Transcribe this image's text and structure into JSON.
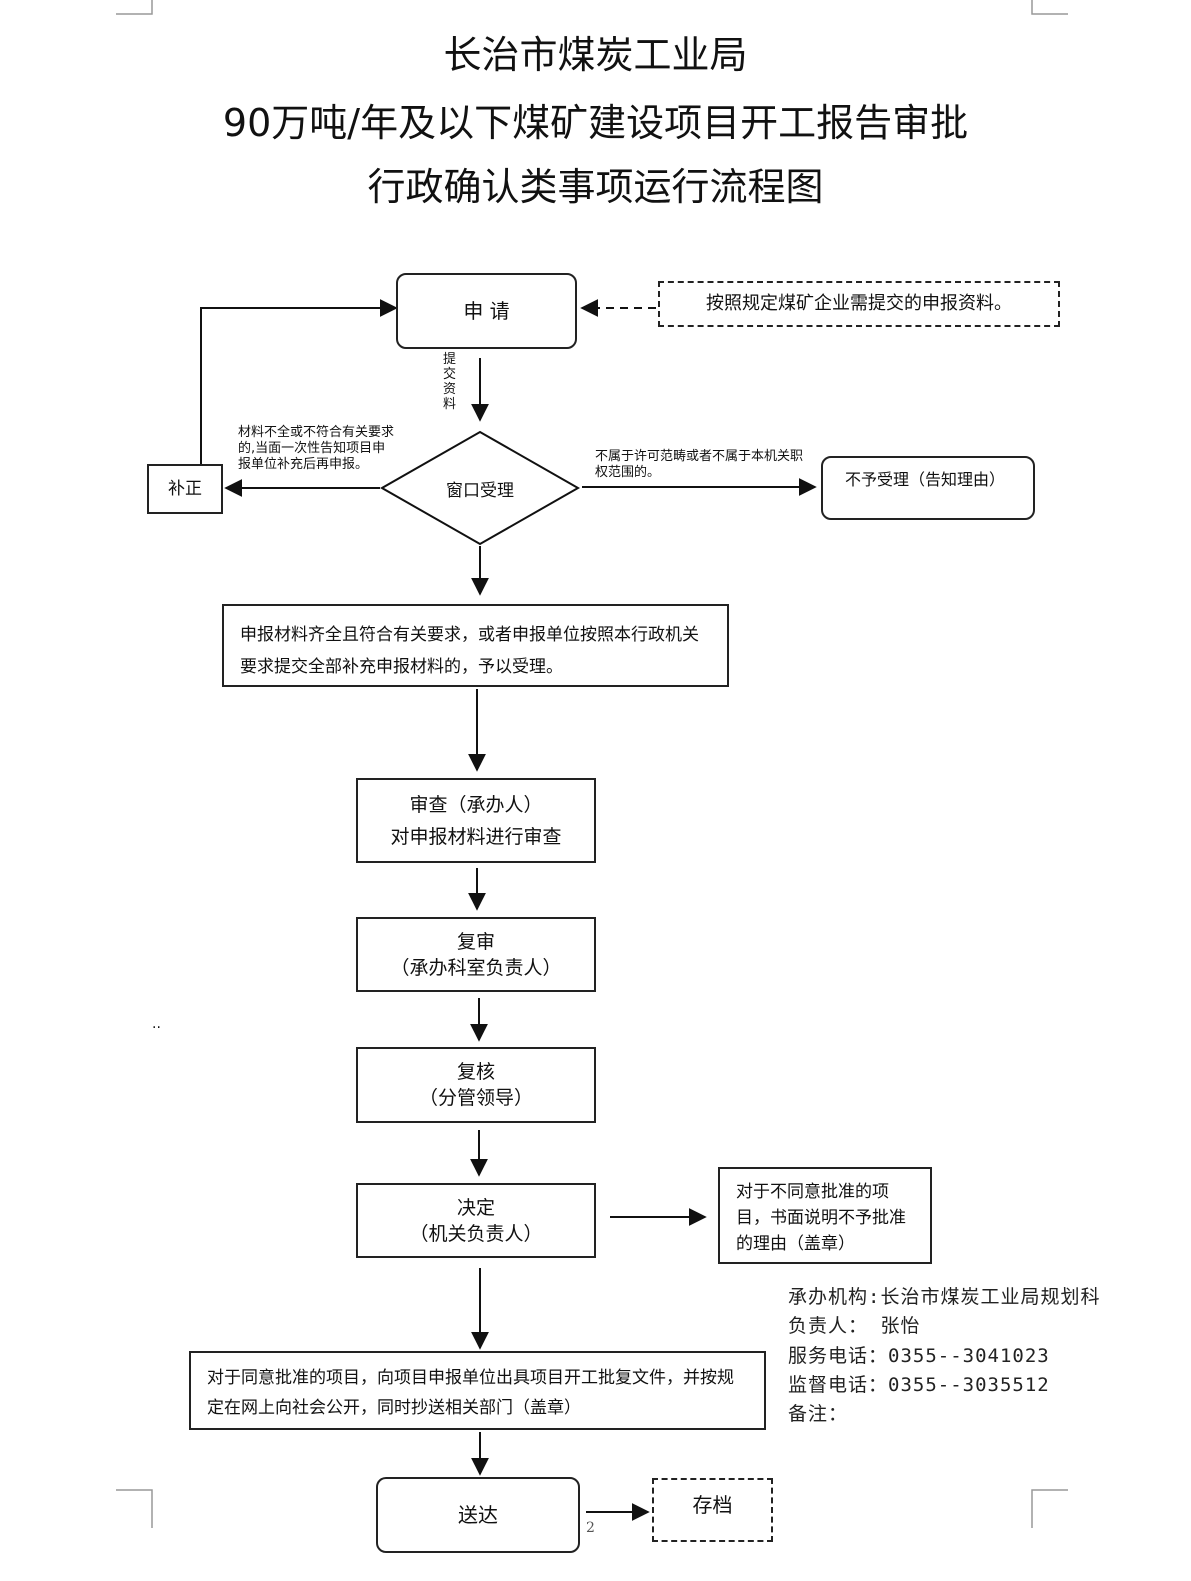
{
  "title": {
    "line1": "长治市煤炭工业局",
    "line2": "90万吨/年及以下煤矿建设项目开工报告审批",
    "line3": "行政确认类事项运行流程图"
  },
  "nodes": {
    "apply": "申  请",
    "materials_note": "按照规定煤矿企业需提交的申报资料。",
    "submit_label": "提交资料",
    "window": "窗口受理",
    "correction": "补正",
    "correction_note": "材料不全或不符合有关要求的,当面一次性告知项目申报单位补充后再申报。",
    "reject_note": "不属于许可范畴或者不属于本机关职权范围的。",
    "reject": "不予受理（告知理由）",
    "accept": "申报材料齐全且符合有关要求，或者申报单位按照本行政机关要求提交全部补充申报材料的，予以受理。",
    "review_l1": "审查（承办人）",
    "review_l2": "对申报材料进行审查",
    "recheck_l1": "复审",
    "recheck_l2": "（承办科室负责人）",
    "verify_l1": "复核",
    "verify_l2": "（分管领导）",
    "decide_l1": "决定",
    "decide_l2": "（机关负责人）",
    "disagree": "对于不同意批准的项目，书面说明不予批准的理由（盖章）",
    "agree": "对于同意批准的项目，向项目申报单位出具项目开工批复文件，并按规定在网上向社会公开，同时抄送相关部门（盖章）",
    "deliver": "送达",
    "archive": "存档"
  },
  "contact": {
    "org": "承办机构:长治市煤炭工业局规划科",
    "person": "负责人：   张怡",
    "service_phone": "服务电话：0355--3041023",
    "supervise_phone": "监督电话：0355--3035512",
    "remark": "备注："
  },
  "page_number": "2",
  "stray_mark": ".."
}
